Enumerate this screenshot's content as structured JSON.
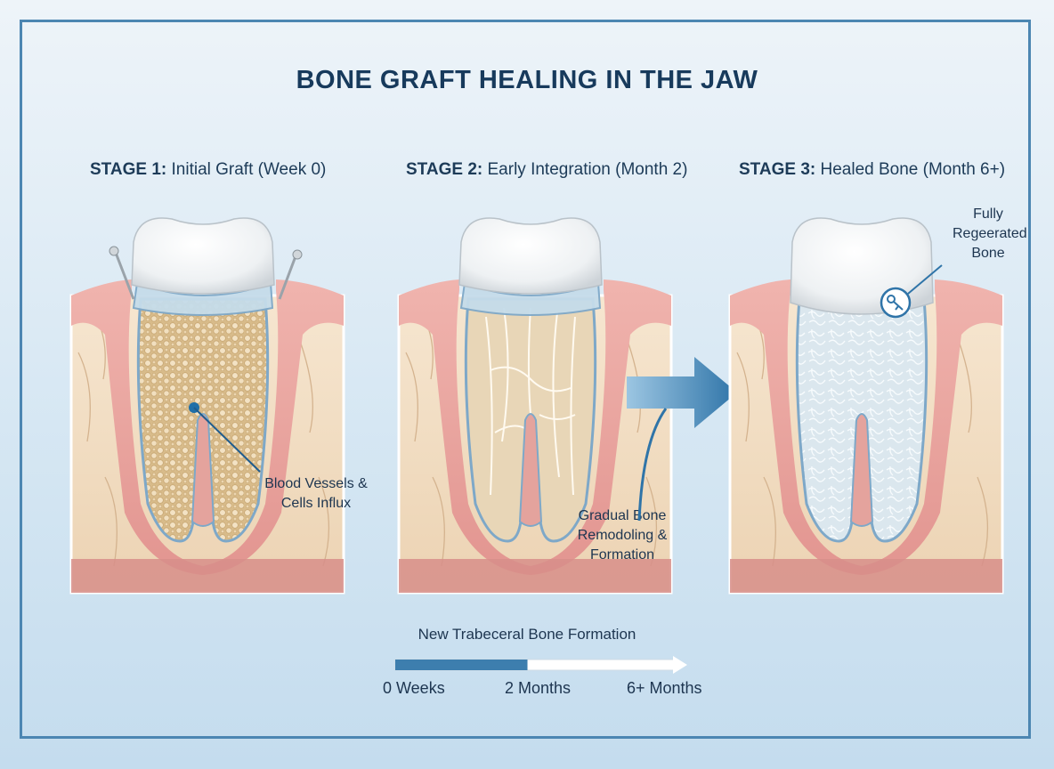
{
  "title": "BONE GRAFT HEALING IN THE JAW",
  "stages": [
    {
      "number": "STAGE 1:",
      "name": "Initial Graft (Week 0)"
    },
    {
      "number": "STAGE 2:",
      "name": "Early Integration (Month 2)"
    },
    {
      "number": "STAGE 3:",
      "name": "Healed Bone (Month 6+)"
    }
  ],
  "annotations": {
    "stage1": [
      "Blood Vessels &",
      "Cells Influx"
    ],
    "stage2": [
      "Gradual Bone",
      "Remodoling &",
      "Formation"
    ],
    "stage3": [
      "Fully",
      "Regeerated",
      "Bone"
    ]
  },
  "timeline": {
    "label": "New Trabeceral Bone Formation",
    "ticks": [
      "0 Weeks",
      "2 Months",
      "6+ Months"
    ],
    "progress": 0.47
  },
  "colors": {
    "frame": "#4c86b2",
    "gum": "#e9a7a2",
    "bone": "#f1dcc1",
    "graft": "#d9bd8c",
    "healed": "#dce8ef",
    "arrow": "#3a7fb0",
    "timeline": "#3d7eae"
  }
}
